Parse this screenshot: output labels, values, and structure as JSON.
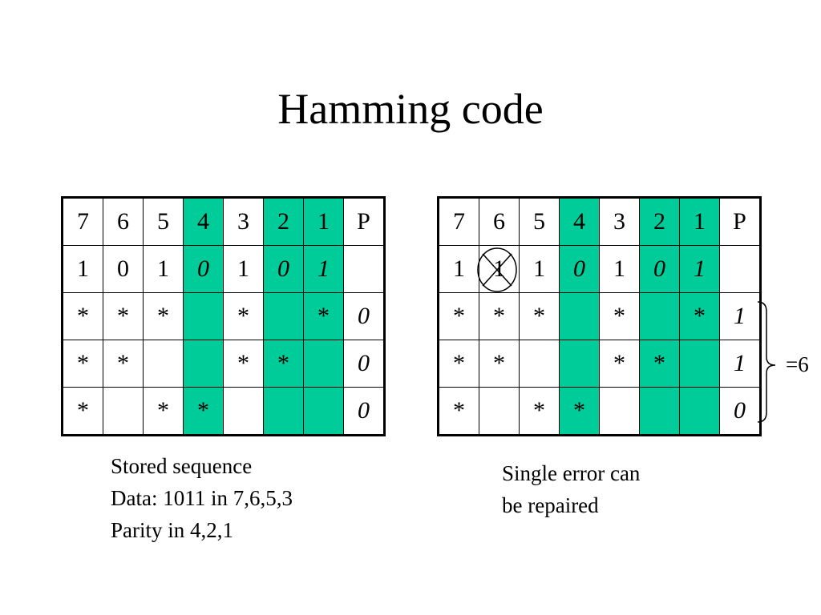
{
  "title": "Hamming code",
  "left_table": {
    "rows": [
      [
        {
          "t": "7"
        },
        {
          "t": "6"
        },
        {
          "t": "5"
        },
        {
          "t": "4",
          "hl": true
        },
        {
          "t": "3"
        },
        {
          "t": "2",
          "hl": true
        },
        {
          "t": "1",
          "hl": true
        },
        {
          "t": "P"
        }
      ],
      [
        {
          "t": "1"
        },
        {
          "t": "0"
        },
        {
          "t": "1"
        },
        {
          "t": "0",
          "hl": true,
          "it": true
        },
        {
          "t": "1"
        },
        {
          "t": "0",
          "hl": true,
          "it": true
        },
        {
          "t": "1",
          "hl": true,
          "it": true
        },
        {
          "t": ""
        }
      ],
      [
        {
          "t": "*"
        },
        {
          "t": "*"
        },
        {
          "t": "*"
        },
        {
          "t": "",
          "hl": true
        },
        {
          "t": "*"
        },
        {
          "t": "",
          "hl": true
        },
        {
          "t": "*",
          "hl": true
        },
        {
          "t": "0",
          "it": true
        }
      ],
      [
        {
          "t": "*"
        },
        {
          "t": "*"
        },
        {
          "t": ""
        },
        {
          "t": "",
          "hl": true
        },
        {
          "t": "*"
        },
        {
          "t": "*",
          "hl": true
        },
        {
          "t": "",
          "hl": true
        },
        {
          "t": "0",
          "it": true
        }
      ],
      [
        {
          "t": "*"
        },
        {
          "t": ""
        },
        {
          "t": "*"
        },
        {
          "t": "*",
          "hl": true
        },
        {
          "t": ""
        },
        {
          "t": "",
          "hl": true
        },
        {
          "t": "",
          "hl": true
        },
        {
          "t": "0",
          "it": true
        }
      ]
    ]
  },
  "right_table": {
    "rows": [
      [
        {
          "t": "7"
        },
        {
          "t": "6"
        },
        {
          "t": "5"
        },
        {
          "t": "4",
          "hl": true
        },
        {
          "t": "3"
        },
        {
          "t": "2",
          "hl": true
        },
        {
          "t": "1",
          "hl": true
        },
        {
          "t": "P"
        }
      ],
      [
        {
          "t": "1"
        },
        {
          "t": "1"
        },
        {
          "t": "1"
        },
        {
          "t": "0",
          "hl": true,
          "it": true
        },
        {
          "t": "1"
        },
        {
          "t": "0",
          "hl": true,
          "it": true
        },
        {
          "t": "1",
          "hl": true,
          "it": true
        },
        {
          "t": ""
        }
      ],
      [
        {
          "t": "*"
        },
        {
          "t": "*"
        },
        {
          "t": "*"
        },
        {
          "t": "",
          "hl": true
        },
        {
          "t": "*"
        },
        {
          "t": "",
          "hl": true
        },
        {
          "t": "*",
          "hl": true
        },
        {
          "t": "1",
          "it": true
        }
      ],
      [
        {
          "t": "*"
        },
        {
          "t": "*"
        },
        {
          "t": ""
        },
        {
          "t": "",
          "hl": true
        },
        {
          "t": "*"
        },
        {
          "t": "*",
          "hl": true
        },
        {
          "t": "",
          "hl": true
        },
        {
          "t": "1",
          "it": true
        }
      ],
      [
        {
          "t": "*"
        },
        {
          "t": ""
        },
        {
          "t": "*"
        },
        {
          "t": "*",
          "hl": true
        },
        {
          "t": ""
        },
        {
          "t": "",
          "hl": true
        },
        {
          "t": "",
          "hl": true
        },
        {
          "t": "0",
          "it": true
        }
      ]
    ]
  },
  "error_bit_position": "6",
  "highlight_color": "#00cc99",
  "caption_left": {
    "line1": "Stored sequence",
    "line2": "Data: 1011 in 7,6,5,3",
    "line3": "Parity in 4,2,1"
  },
  "caption_right": {
    "line1": "Single error can",
    "line2": "be repaired"
  },
  "syndrome_label": "=6"
}
